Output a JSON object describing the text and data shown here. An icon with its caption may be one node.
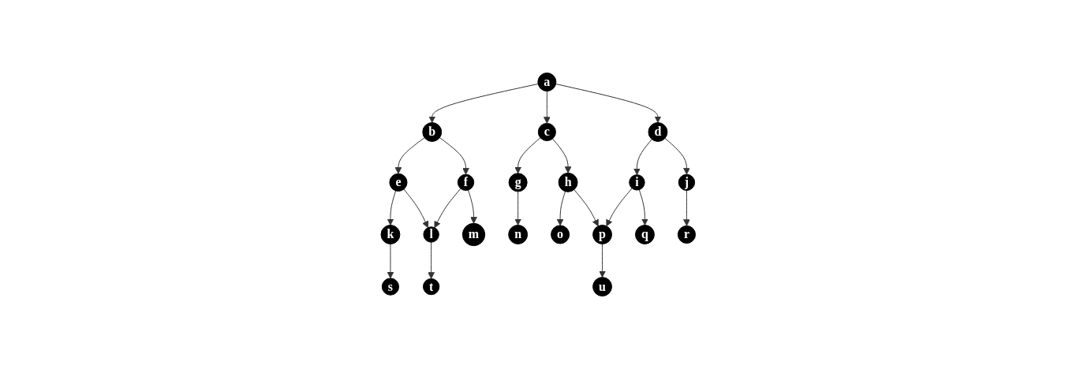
{
  "diagram": {
    "nodes": [
      {
        "text": [
          "a"
        ]
      },
      {
        "text": [
          "b"
        ]
      },
      {
        "text": [
          "c"
        ]
      },
      {
        "text": [
          "d"
        ]
      },
      {
        "text": [
          "e"
        ]
      },
      {
        "text": [
          "f"
        ]
      },
      {
        "text": [
          "g"
        ]
      },
      {
        "text": [
          "h"
        ]
      },
      {
        "text": [
          "i"
        ]
      },
      {
        "text": [
          "j"
        ]
      },
      {
        "text": [
          "k"
        ]
      },
      {
        "text": [
          "l"
        ]
      },
      {
        "text": [
          "m"
        ]
      },
      {
        "text": [
          "n"
        ]
      },
      {
        "text": [
          "o"
        ]
      },
      {
        "text": [
          "p"
        ]
      },
      {
        "text": [
          "q"
        ]
      },
      {
        "text": [
          "r"
        ]
      },
      {
        "text": [
          "s"
        ]
      },
      {
        "text": [
          "t"
        ]
      },
      {
        "text": [
          "u"
        ]
      }
    ],
    "edges": [
      {
        "from": 0,
        "to": 1,
        "arrow": "to"
      },
      {
        "from": 0,
        "to": 2,
        "arrow": "to"
      },
      {
        "from": 0,
        "to": 3,
        "arrow": "to"
      },
      {
        "from": 1,
        "to": 4,
        "arrow": "to"
      },
      {
        "from": 1,
        "to": 5,
        "arrow": "to"
      },
      {
        "from": 2,
        "to": 6,
        "arrow": "to"
      },
      {
        "from": 2,
        "to": 7,
        "arrow": "to"
      },
      {
        "from": 3,
        "to": 8,
        "arrow": "to"
      },
      {
        "from": 3,
        "to": 9,
        "arrow": "to"
      },
      {
        "from": 4,
        "to": 10,
        "arrow": "to"
      },
      {
        "from": 4,
        "to": 11,
        "arrow": "to"
      },
      {
        "from": 5,
        "to": 11,
        "arrow": "to"
      },
      {
        "from": 5,
        "to": 12,
        "arrow": "to"
      },
      {
        "from": 6,
        "to": 13,
        "arrow": "to"
      },
      {
        "from": 7,
        "to": 14,
        "arrow": "to"
      },
      {
        "from": 7,
        "to": 15,
        "arrow": "to"
      },
      {
        "from": 8,
        "to": 15,
        "arrow": "to"
      },
      {
        "from": 8,
        "to": 16,
        "arrow": "to"
      },
      {
        "from": 9,
        "to": 17,
        "arrow": "to"
      },
      {
        "from": 10,
        "to": 18,
        "arrow": "to"
      },
      {
        "from": 11,
        "to": 19,
        "arrow": "to"
      },
      {
        "from": 15,
        "to": 20,
        "arrow": "to"
      }
    ]
  }
}
